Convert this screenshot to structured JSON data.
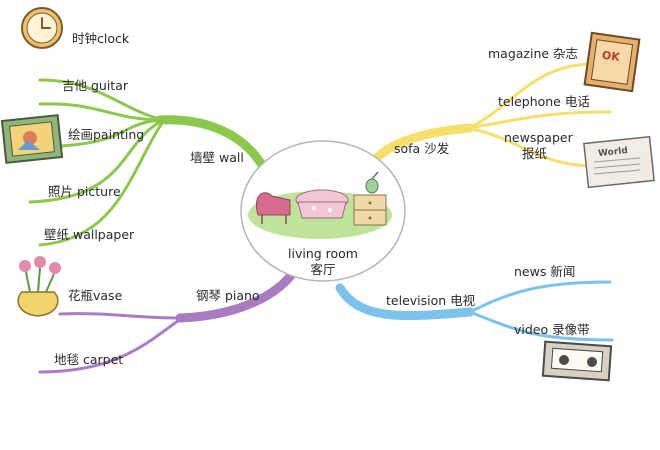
{
  "center": {
    "line1": "living room",
    "line2": "客厅"
  },
  "branches": {
    "wall": {
      "label": "墙壁 wall",
      "color": "#8cc84b",
      "leaves": [
        {
          "label": "时钟clock",
          "icon": "clock-icon"
        },
        {
          "label": "吉他 guitar"
        },
        {
          "label": "绘画painting",
          "icon": "painting-icon"
        },
        {
          "label": "照片 picture"
        },
        {
          "label": "壁纸 wallpaper"
        }
      ]
    },
    "piano": {
      "label": "钢琴 piano",
      "color": "#a97bc1",
      "leaves": [
        {
          "label": "花瓶vase",
          "icon": "vase-icon"
        },
        {
          "label": "地毯 carpet"
        }
      ]
    },
    "sofa": {
      "label": "sofa 沙发",
      "color": "#f4e06a",
      "leaves": [
        {
          "label": "magazine 杂志",
          "icon": "magazine-icon"
        },
        {
          "label": "telephone 电话"
        },
        {
          "label": "newspaper",
          "label2": "报纸",
          "icon": "newspaper-icon"
        }
      ]
    },
    "tv": {
      "label": "television 电视",
      "color": "#7cc3ec",
      "leaves": [
        {
          "label": "news 新闻"
        },
        {
          "label": "video 录像带",
          "icon": "videotape-icon"
        }
      ]
    }
  },
  "icons": {
    "magazine_badge": "OK",
    "newspaper_masthead": "World"
  }
}
